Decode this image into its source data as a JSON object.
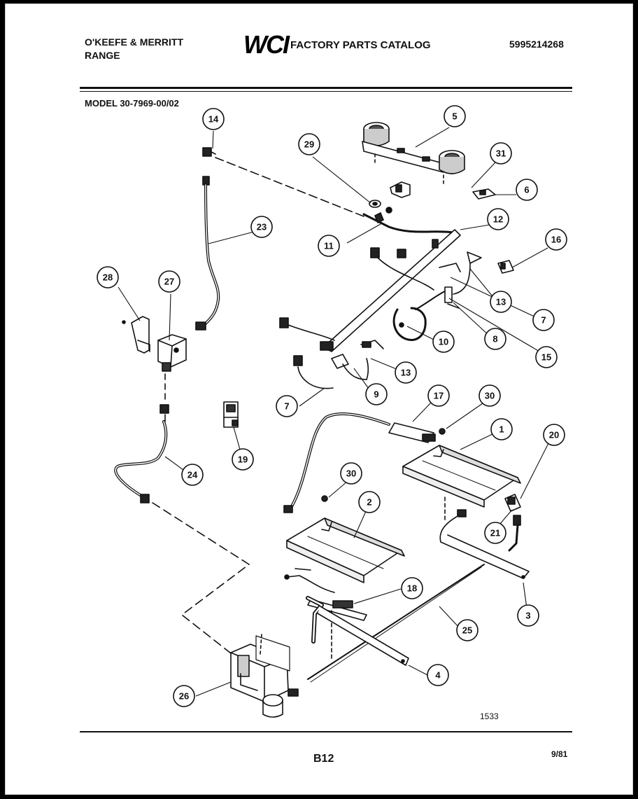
{
  "header": {
    "brand_line1": "O'KEEFE & MERRITT",
    "brand_line2": "RANGE",
    "logo_text": "WCI",
    "catalog_title": "FACTORY PARTS CATALOG",
    "part_number": "5995214268",
    "model": "MODEL 30-7969-00/02"
  },
  "callouts": [
    "14",
    "23",
    "28",
    "27",
    "24",
    "19",
    "29",
    "5",
    "31",
    "6",
    "11",
    "12",
    "16",
    "13",
    "7",
    "10",
    "8",
    "15",
    "13",
    "9",
    "7",
    "17",
    "30",
    "1",
    "20",
    "30",
    "2",
    "21",
    "18",
    "25",
    "3",
    "4",
    "26"
  ],
  "footer": {
    "drawing_number": "1533",
    "page": "B12",
    "date": "9/81"
  }
}
